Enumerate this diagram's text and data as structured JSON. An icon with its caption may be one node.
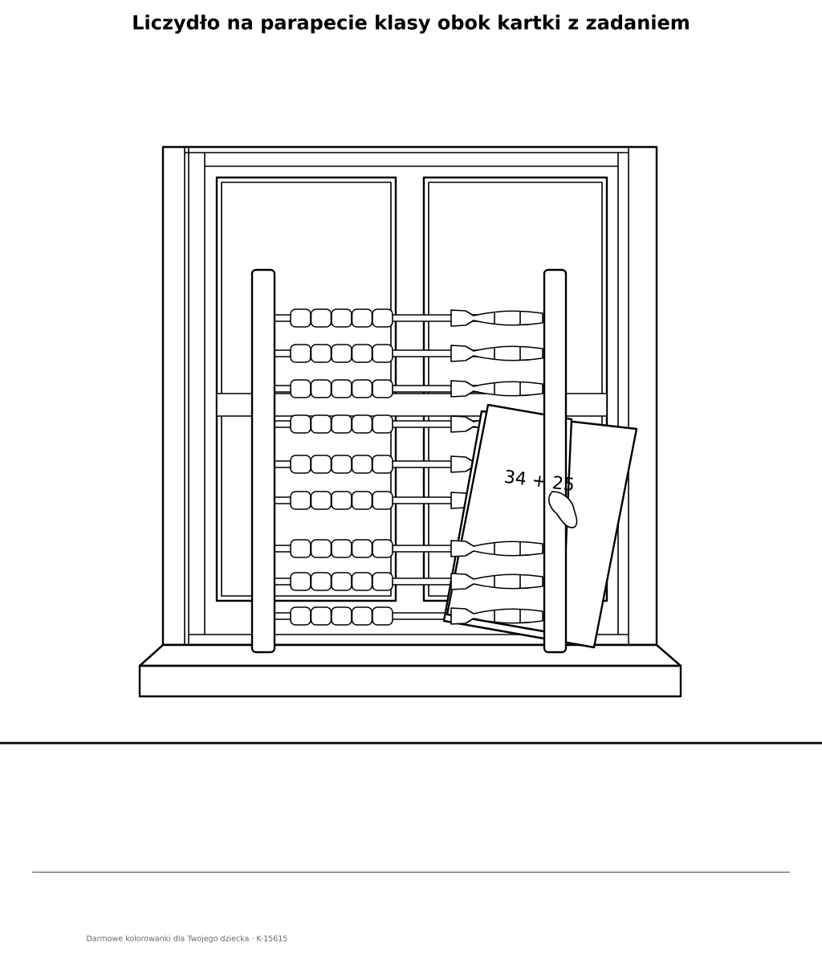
{
  "diagram": {
    "title": "Liczydło na parapecie klasy obok kartki z zadaniem",
    "labels": [
      "34 + 25",
      "Darmowe kolorowanki dla Twojego dziecka · K-15615"
    ]
  }
}
